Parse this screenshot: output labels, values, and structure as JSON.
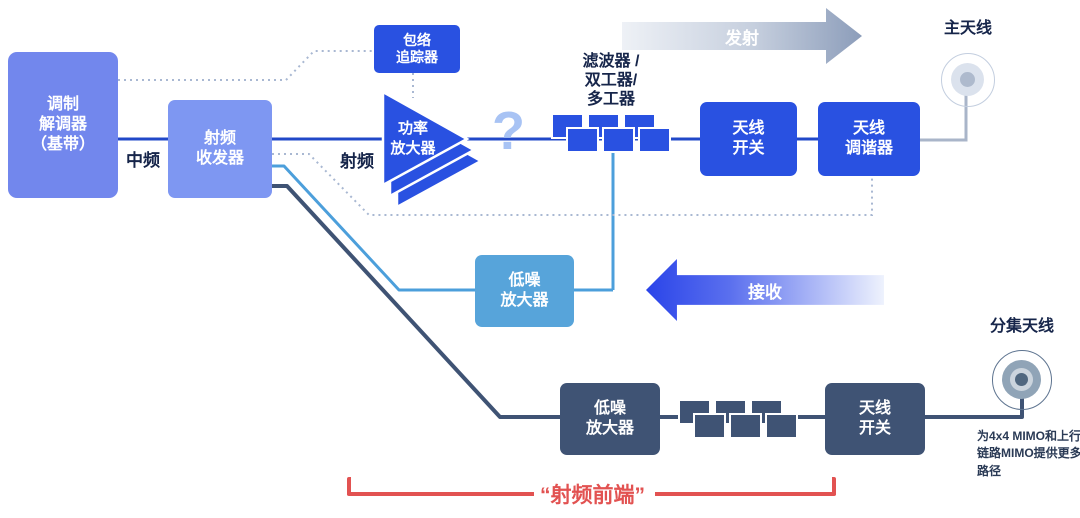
{
  "colors": {
    "royal_blue": "#2951E1",
    "modem_periwinkle": "#7287ED",
    "transceiver_periwinkle": "#7E97F2",
    "lna_sky_blue": "#57A4DA",
    "diversity_navy": "#3F5374",
    "main_line_blue": "#2148C8",
    "receive_line_blue": "#4C9FDB",
    "dotted_line": "#A9B8D2",
    "bracket_red": "#E25251",
    "question_mark_blue": "#A8C3F4"
  },
  "nodes": {
    "modem": {
      "label": "调制\n解调器\n（基带）"
    },
    "rf_transceiver": {
      "label": "射频\n收发器"
    },
    "envelope_tracker": {
      "label": "包络\n追踪器"
    },
    "power_amplifier": {
      "label": "功率\n放大器"
    },
    "antenna_switch_main": {
      "label": "天线\n开关"
    },
    "antenna_tuner": {
      "label": "天线\n调谐器"
    },
    "lna_receive": {
      "label": "低噪\n放大器"
    },
    "lna_diversity": {
      "label": "低噪\n放大器"
    },
    "antenna_switch_diversity": {
      "label": "天线\n开关"
    }
  },
  "labels": {
    "if_path": "中频",
    "rf_path": "射频",
    "filters": "滤波器 /\n双工器/\n多工器",
    "question_mark": "?",
    "main_antenna": "主天线",
    "diversity_antenna": "分集天线",
    "mimo_note": "为4x4 MIMO和上行\n链路MIMO提供更多\n路径",
    "rf_front_end": "“射频前端”"
  },
  "arrows": {
    "transmit": "发射",
    "receive": "接收"
  }
}
